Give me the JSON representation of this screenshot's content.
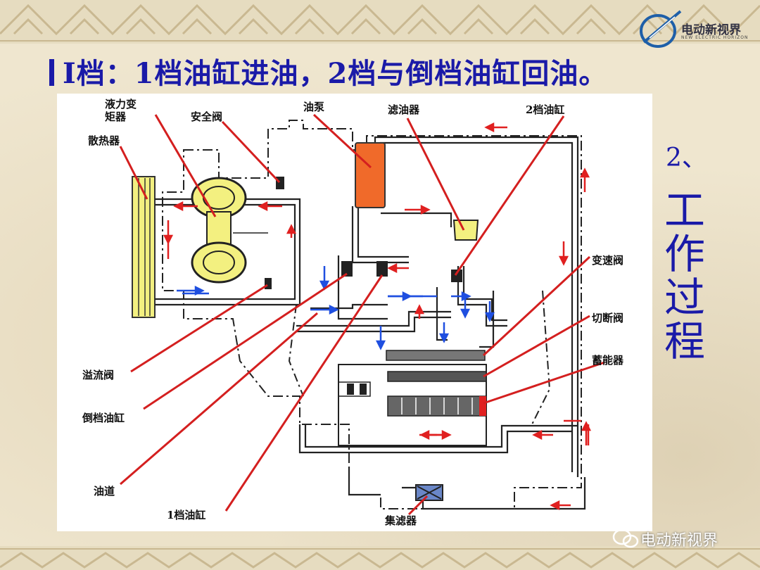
{
  "header": {
    "title": "I档：1档油缸进油，2档与倒档油缸回油。"
  },
  "logo": {
    "name": "电动新视界",
    "subtitle": "NEW ELECTRIC HORIZON"
  },
  "side": {
    "number": "2、",
    "chars": [
      "工",
      "作",
      "过",
      "程"
    ]
  },
  "diagram": {
    "labels": {
      "torque_converter": [
        "液力变",
        "矩器"
      ],
      "safety_valve": "安全阀",
      "radiator": "散热器",
      "oil_pump": "油泵",
      "filter": "滤油器",
      "second_gear_cylinder": "2档油缸",
      "shift_valve": "变速阀",
      "cutoff_valve": "切断阀",
      "accumulator": "蓄能器",
      "overflow_valve": "溢流阀",
      "reverse_cylinder": "倒档油缸",
      "oil_passage": "油道",
      "first_gear_cylinder": "1档油缸",
      "strainer": "集滤器"
    }
  },
  "watermark": {
    "text": "电动新视界"
  },
  "colors": {
    "title": "#1a1aa8",
    "leader": "#d41f1f",
    "flow_red": "#e02020",
    "flow_blue": "#1f4fe0",
    "pump": "#f06a2a",
    "converter": "#f3f080"
  }
}
